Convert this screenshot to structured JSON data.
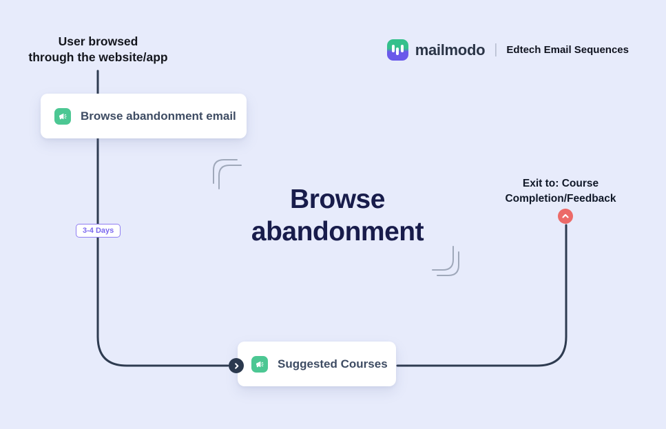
{
  "colors": {
    "background": "#e7ebfb",
    "wire": "#2e3b50",
    "bracket": "#9fa8ba",
    "node_green": "#4cc793",
    "delay_purple": "#7b68ef",
    "exit_red": "#ec6a68",
    "title_navy": "#181c4b"
  },
  "header": {
    "brand": "mailmodo",
    "divider": "|",
    "subtitle": "Edtech Email Sequences"
  },
  "trigger": {
    "lines": [
      "User browsed",
      "through the website/app"
    ]
  },
  "title": "Browse abandonment",
  "flow": {
    "email1": {
      "label": "Browse abandonment email"
    },
    "delay": {
      "label": "3-4 Days"
    },
    "email2": {
      "label": "Suggested Courses"
    },
    "exit": {
      "lines": [
        "Exit to: Course",
        "Completion/Feedback"
      ]
    }
  }
}
